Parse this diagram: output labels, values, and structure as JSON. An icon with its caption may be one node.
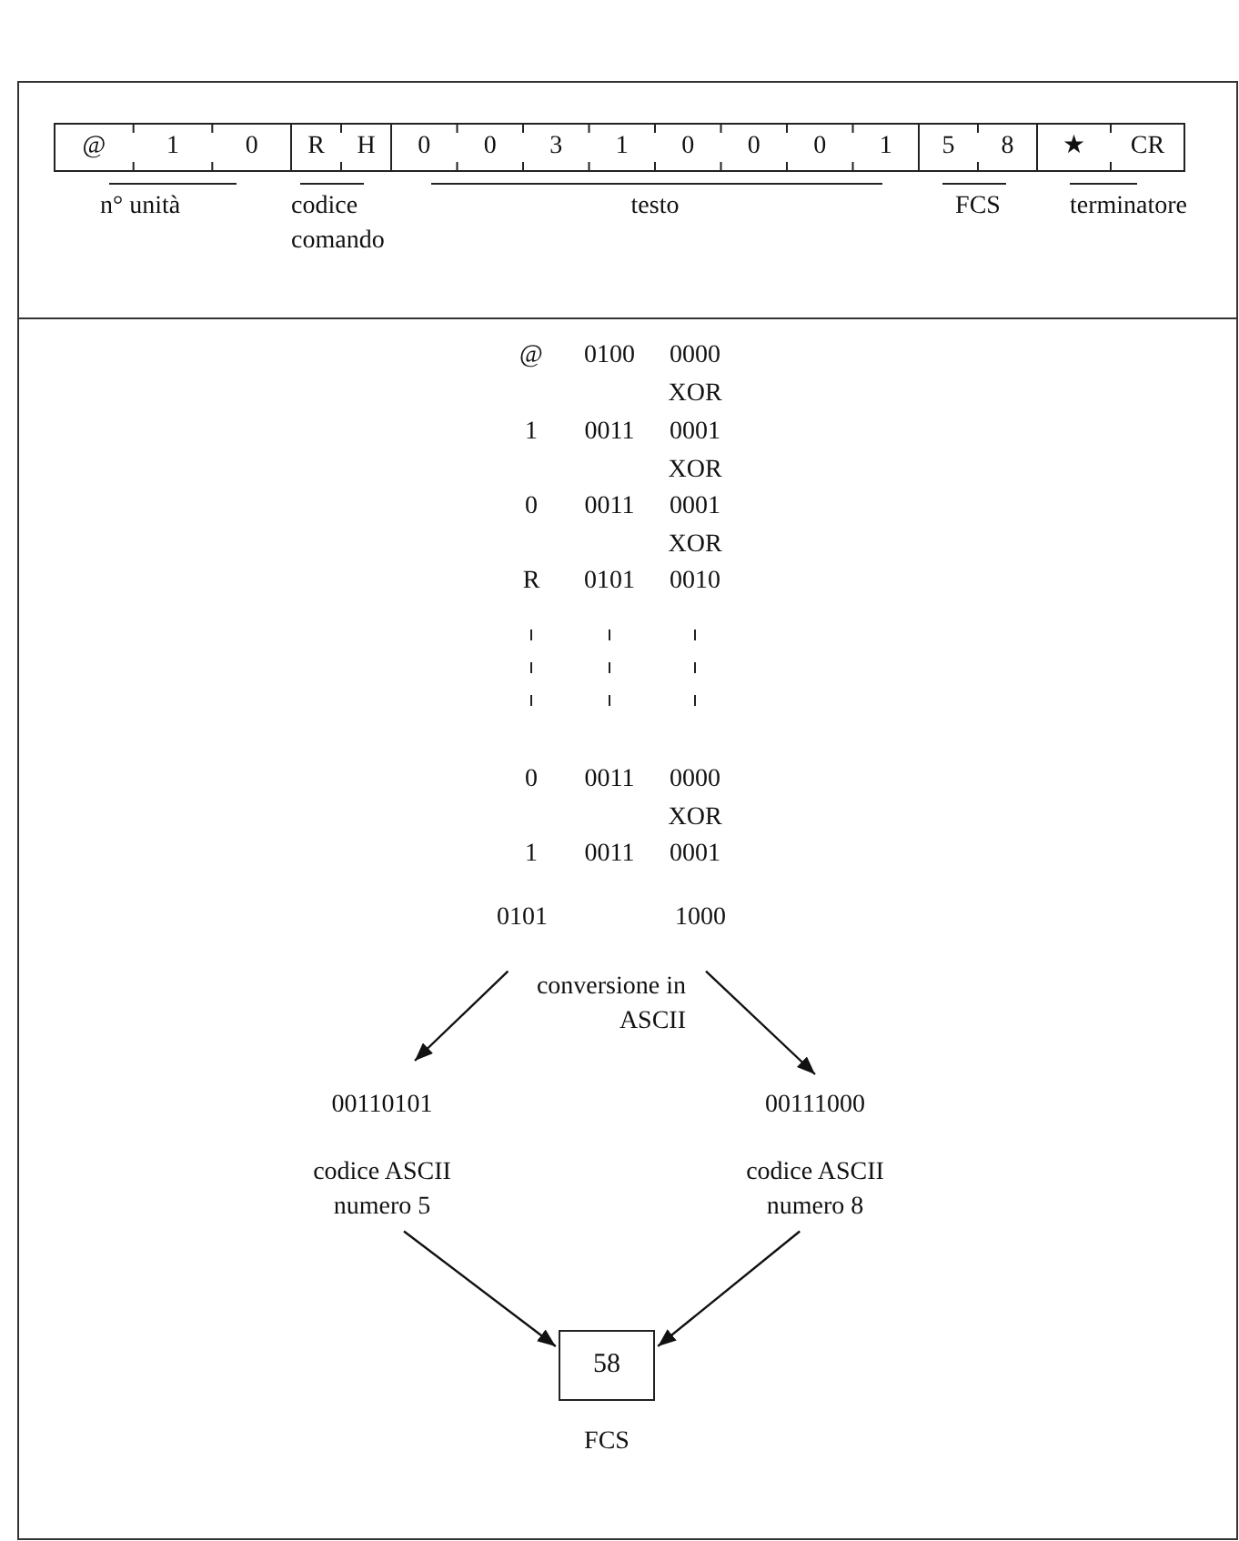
{
  "diagram": {
    "nodes": [
      {
        "text": [
          "0101"
        ]
      },
      {
        "text": [
          "1000"
        ]
      },
      {
        "text": [
          "00110101",
          "codice ASCII numero 5"
        ]
      },
      {
        "text": [
          "00111000",
          "codice ASCII numero 8"
        ]
      },
      {
        "text": [
          "58"
        ],
        "beside": [
          "FCS"
        ]
      }
    ],
    "edges": [
      {
        "from": 0,
        "to": 2,
        "arrow": "to"
      },
      {
        "from": 1,
        "to": 3,
        "arrow": "to"
      },
      {
        "from": 2,
        "to": 4,
        "arrow": "to"
      },
      {
        "from": 3,
        "to": 4,
        "arrow": "to"
      }
    ],
    "labels": [
      "@",
      "1",
      "0",
      "R",
      "H",
      "0",
      "0",
      "3",
      "1",
      "0",
      "0",
      "0",
      "1",
      "5",
      "8",
      "★",
      "CR",
      "n° unità",
      "codice comando",
      "testo",
      "FCS",
      "terminatore",
      "@",
      "0100",
      "0000",
      "XOR",
      "1",
      "0011",
      "0001",
      "XOR",
      "0",
      "0011",
      "0001",
      "XOR",
      "R",
      "0101",
      "0010",
      "0",
      "0011",
      "0000",
      "XOR",
      "1",
      "0011",
      "0001",
      "conversione in ASCII"
    ]
  }
}
